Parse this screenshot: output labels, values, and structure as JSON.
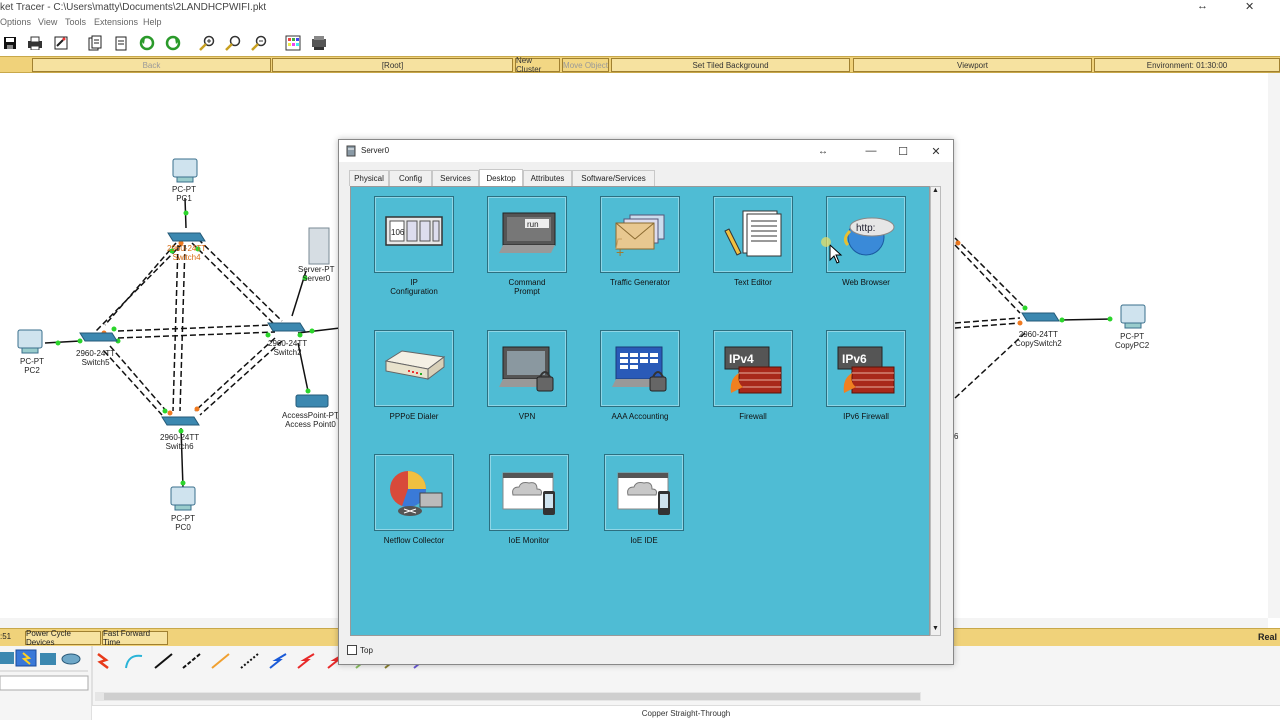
{
  "window_title": "ket Tracer - C:\\Users\\matty\\Documents\\2LANDHCPWIFI.pkt",
  "menu": [
    "Options",
    "View",
    "Tools",
    "Extensions",
    "Help"
  ],
  "navbar": {
    "back": "Back",
    "root": "[Root]",
    "new_cluster": "New Cluster",
    "move_object": "Move Object",
    "set_tiled_bg": "Set Tiled Background",
    "viewport": "Viewport",
    "environment": "Environment: 01:30:00"
  },
  "statusbar": {
    "time": ":51",
    "power_cycle": "Power Cycle Devices",
    "fast_forward": "Fast Forward Time",
    "realtime": "Real"
  },
  "connection_type": "Copper Straight-Through",
  "topology": {
    "pc1": [
      "PC-PT",
      "PC1"
    ],
    "switch4": [
      "2960-24TT",
      "Switch4"
    ],
    "server": [
      "Server-PT",
      "Server0"
    ],
    "pc2": [
      "PC-PT",
      "PC2"
    ],
    "switch5": [
      "2960-24TT",
      "Switch5"
    ],
    "switch2": [
      "2960-24TT",
      "Switch2"
    ],
    "ap": [
      "AccessPoint-PT",
      "Access Point0"
    ],
    "switch6": [
      "2960-24TT",
      "Switch6"
    ],
    "pc0": [
      "PC-PT",
      "PC0"
    ],
    "copyswitch2": [
      "2960-24TT",
      "CopySwitch2"
    ],
    "copypc2": [
      "PC-PT",
      "CopyPC2"
    ],
    "partial_6": "6"
  },
  "server_window": {
    "title": "Server0",
    "tabs": [
      "Physical",
      "Config",
      "Services",
      "Desktop",
      "Attributes",
      "Software/Services"
    ],
    "active_tab": "Desktop",
    "apps": [
      {
        "name": "ip-configuration",
        "label": "IP\nConfiguration",
        "icon_text": "106"
      },
      {
        "name": "command-prompt",
        "label": "Command\nPrompt",
        "icon_text": "run"
      },
      {
        "name": "traffic-generator",
        "label": "Traffic Generator"
      },
      {
        "name": "text-editor",
        "label": "Text Editor"
      },
      {
        "name": "web-browser",
        "label": "Web Browser",
        "icon_text": "http:"
      },
      {
        "name": "pppoe-dialer",
        "label": "PPPoE Dialer"
      },
      {
        "name": "vpn",
        "label": "VPN"
      },
      {
        "name": "aaa-accounting",
        "label": "AAA Accounting"
      },
      {
        "name": "firewall",
        "label": "Firewall",
        "icon_text": "IPv4"
      },
      {
        "name": "ipv6-firewall",
        "label": "IPv6 Firewall",
        "icon_text": "IPv6"
      },
      {
        "name": "netflow-collector",
        "label": "Netflow Collector"
      },
      {
        "name": "ioe-monitor",
        "label": "IoE Monitor"
      },
      {
        "name": "ioe-ide",
        "label": "IoE IDE"
      }
    ],
    "top_checkbox": "Top"
  }
}
